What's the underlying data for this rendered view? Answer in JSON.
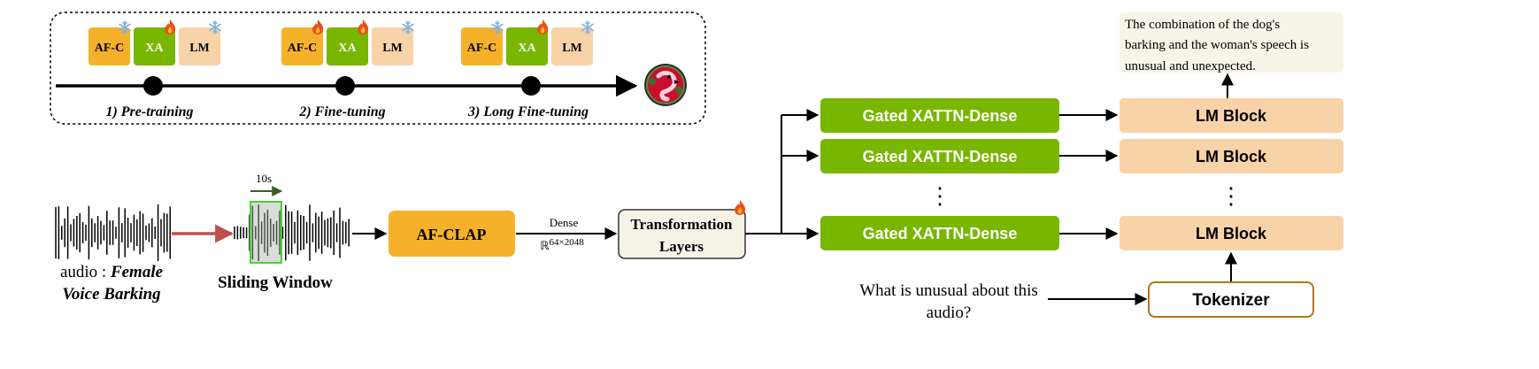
{
  "stages": {
    "items": [
      {
        "label": "1) Pre-training",
        "modules": [
          "AF-C",
          "XA",
          "LM"
        ],
        "states": [
          "frozen",
          "trainable",
          "frozen"
        ]
      },
      {
        "label": "2) Fine-tuning",
        "modules": [
          "AF-C",
          "XA",
          "LM"
        ],
        "states": [
          "trainable",
          "trainable",
          "frozen"
        ]
      },
      {
        "label": "3) Long Fine-tuning",
        "modules": [
          "AF-C",
          "XA",
          "LM"
        ],
        "states": [
          "frozen",
          "trainable",
          "frozen"
        ]
      }
    ]
  },
  "audio": {
    "prefix": "audio : ",
    "title_line1": "Female",
    "title_line2": "Voice Barking"
  },
  "window": {
    "duration": "10s",
    "label": "Sliding Window"
  },
  "encoder": {
    "label": "AF-CLAP",
    "dense_label": "Dense",
    "dim_symbol": "ℝ",
    "dim_value": "64×2048"
  },
  "transform": {
    "line1": "Transformation",
    "line2": "Layers"
  },
  "xattn": {
    "labels": [
      "Gated XATTN-Dense",
      "Gated XATTN-Dense",
      "Gated XATTN-Dense"
    ]
  },
  "lm": {
    "labels": [
      "LM Block",
      "LM Block",
      "LM Block"
    ]
  },
  "ellipsis": "⋮",
  "output": {
    "lines": [
      "The combination of the dog's",
      "barking and the woman's speech is",
      "unusual and unexpected."
    ]
  },
  "question": {
    "line1": "What is unusual about this",
    "line2": "audio?"
  },
  "tokenizer": {
    "label": "Tokenizer"
  },
  "colors": {
    "orange": "#F6B12B",
    "green": "#78B600",
    "peach": "#F8D3A8",
    "transform_fill": "#F5F3E6",
    "red_arrow": "#C0504D",
    "window_green": "#4CD137",
    "tokenizer_border": "#B0751F",
    "output_bg": "#F7F5E8"
  },
  "icons": {
    "frozen": "snowflake-icon",
    "trainable": "fire-icon",
    "mascot": "flamingo-logo-icon"
  }
}
